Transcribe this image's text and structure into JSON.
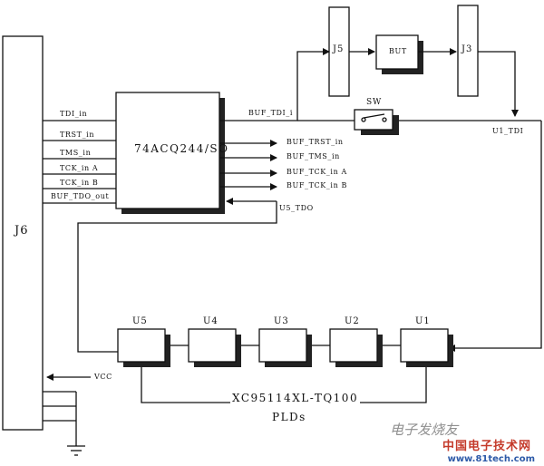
{
  "diagram": {
    "connector_j6": "J6",
    "buffer_chip": "74ACQ244/SO",
    "connector_j5": "J5",
    "connector_j3": "J3",
    "but_block": "BUT",
    "switch_label": "SW",
    "u1_tdi": "U1_TDI",
    "buf_tdi": "BUF_TDI_i",
    "u5_tdo": "U5_TDO",
    "vcc": "VCC",
    "j6_pins": [
      "TDI_in",
      "TRST_in",
      "TMS_in",
      "TCK_in A",
      "TCK_in B",
      "BUF_TDO_out"
    ],
    "buffer_outputs": [
      "BUF_TRST_in",
      "BUF_TMS_in",
      "BUF_TCK_in A",
      "BUF_TCK_in B"
    ],
    "pld_chain": [
      "U5",
      "U4",
      "U3",
      "U2",
      "U1"
    ],
    "pld_part": "XC95114XL-TQ100",
    "pld_caption": "PLDs"
  },
  "watermark": {
    "line1": "中国电子技术网",
    "line2": "www.81tech.com",
    "script": "电子发烧友"
  }
}
